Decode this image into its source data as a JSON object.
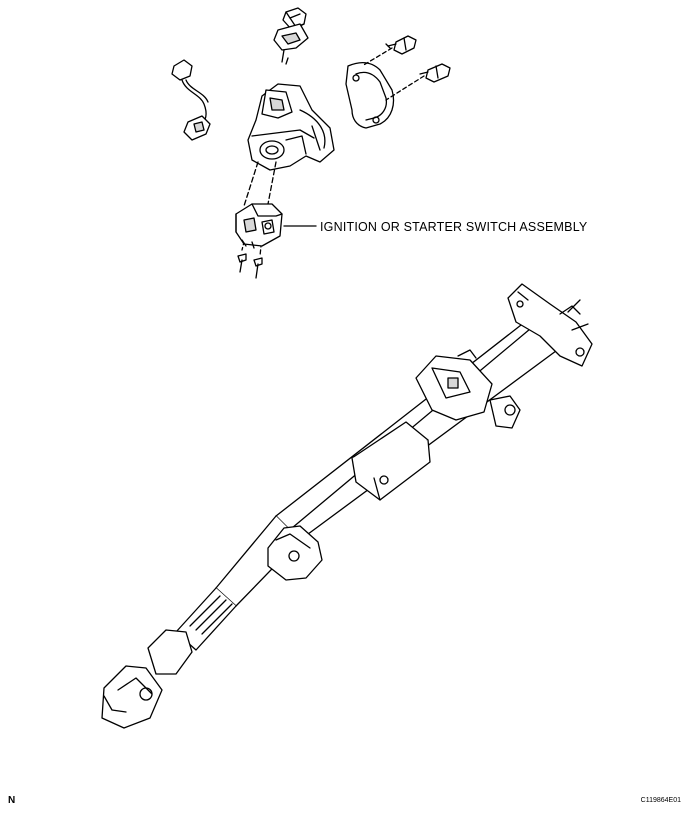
{
  "callout_label": "IGNITION OR STARTER SWITCH ASSEMBLY",
  "corner_left_text": "N",
  "corner_right_text": "C119864E01",
  "colors": {
    "line": "#000000",
    "background": "#ffffff",
    "shade": "#d8d8d8"
  }
}
